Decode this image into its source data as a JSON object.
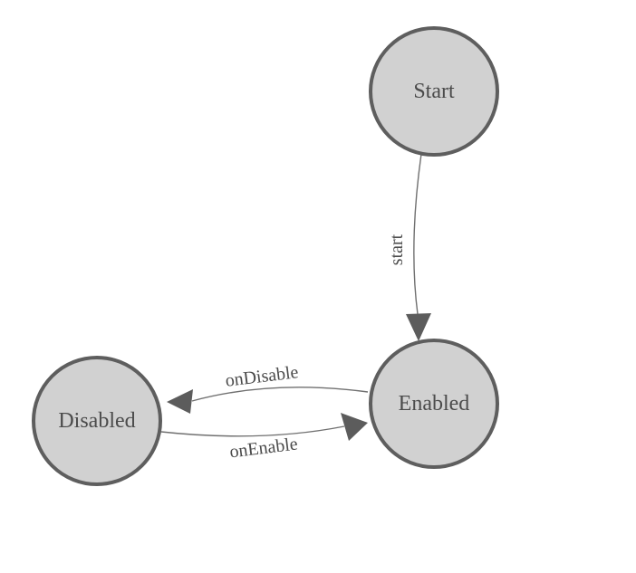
{
  "diagram": {
    "type": "state-machine",
    "background_color": "#ffffff",
    "node_fill_color": "#d1d1d1",
    "node_border_color": "#5e5e5e",
    "edge_color": "#707070",
    "arrowhead_color": "#5c5c5c",
    "text_color": "#4b4b4b",
    "nodes": [
      {
        "id": "start",
        "label": "Start"
      },
      {
        "id": "enabled",
        "label": "Enabled"
      },
      {
        "id": "disabled",
        "label": "Disabled"
      }
    ],
    "edges": [
      {
        "from": "Start",
        "to": "Enabled",
        "label": "start"
      },
      {
        "from": "Enabled",
        "to": "Disabled",
        "label": "onDisable"
      },
      {
        "from": "Disabled",
        "to": "Enabled",
        "label": "onEnable"
      }
    ]
  }
}
